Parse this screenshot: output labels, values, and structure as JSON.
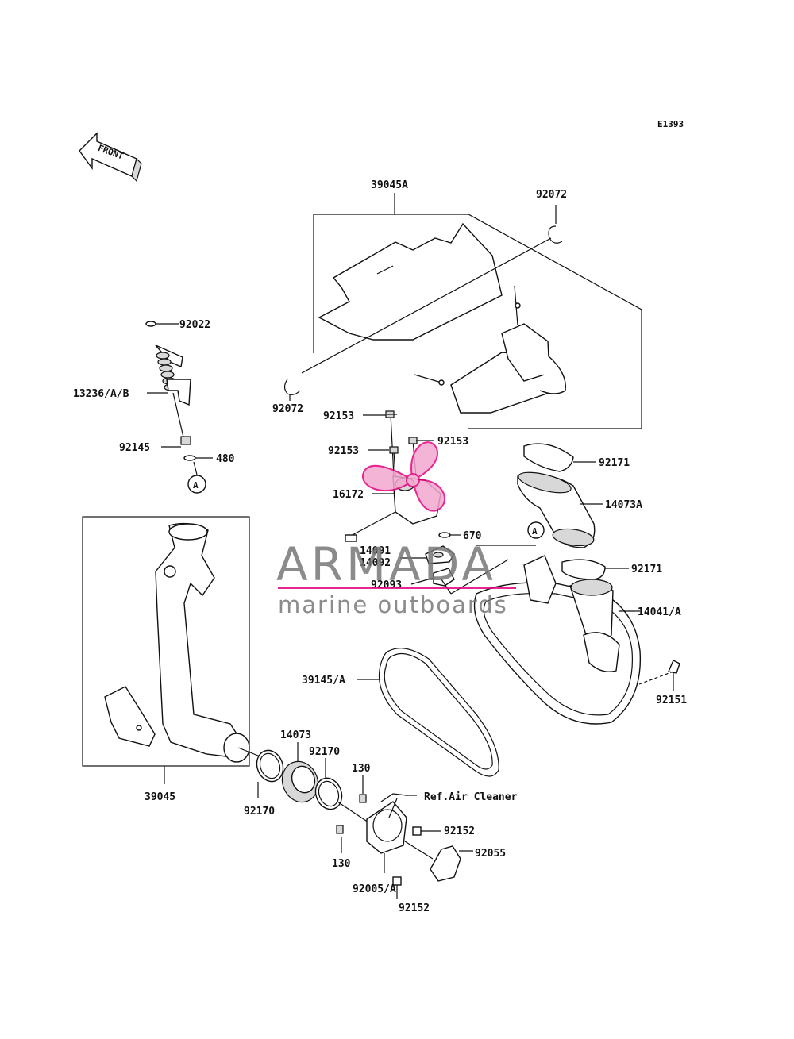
{
  "diagram_code": "E1393",
  "front_label": "FRONT",
  "callout_a": "A",
  "watermark": {
    "brand": "ARMADA",
    "tagline": "marine outboards",
    "brand_color": "#777777",
    "accent_color": "#e6007e"
  },
  "labels": {
    "p39045A": "39045A",
    "p92072_top": "92072",
    "p92072_left": "92072",
    "p92022": "92022",
    "p13236": "13236/A/B",
    "p92145": "92145",
    "p480": "480",
    "p92153_a": "92153",
    "p92153_b": "92153",
    "p92153_c": "92153",
    "p16172": "16172",
    "p670": "670",
    "p14091": "14091",
    "p14092": "14092",
    "p92093": "92093",
    "p92171_a": "92171",
    "p14073A": "14073A",
    "p92171_b": "92171",
    "p14041A": "14041/A",
    "p39145A": "39145/A",
    "p92151": "92151",
    "p39045": "39045",
    "p14073": "14073",
    "p92170_a": "92170",
    "p92170_b": "92170",
    "p130_a": "130",
    "p130_b": "130",
    "ref_air_cleaner": "Ref.Air Cleaner",
    "p92152_a": "92152",
    "p92152_b": "92152",
    "p92055": "92055",
    "p92005A": "92005/A"
  }
}
